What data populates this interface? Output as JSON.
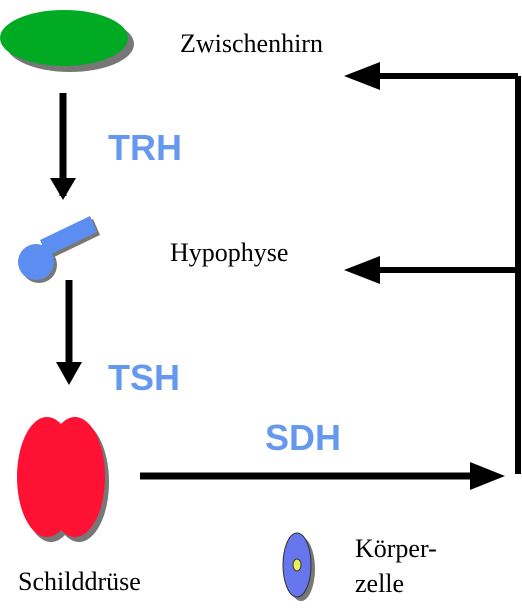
{
  "labels": {
    "hypothalamus": "Zwischenhirn",
    "pituitary": "Hypophyse",
    "thyroid": "Schilddrüse",
    "cell_line1": "Körper-",
    "cell_line2": "zelle"
  },
  "hormones": {
    "trh": "TRH",
    "tsh": "TSH",
    "sdh": "SDH"
  },
  "colors": {
    "hypothalamus": "#00aa22",
    "pituitary": "#5b8ef0",
    "thyroid": "#ff1133",
    "hormone_text": "#6699ee",
    "cell_body": "#6677ee",
    "cell_nucleus": "#eeee55",
    "arrow": "#000000",
    "shadow": "#777777"
  },
  "icons": {
    "hypothalamus": "green-ellipse",
    "pituitary": "blue-gland-shape",
    "thyroid": "red-twin-lobes",
    "body_cell": "blue-cell-with-nucleus"
  }
}
